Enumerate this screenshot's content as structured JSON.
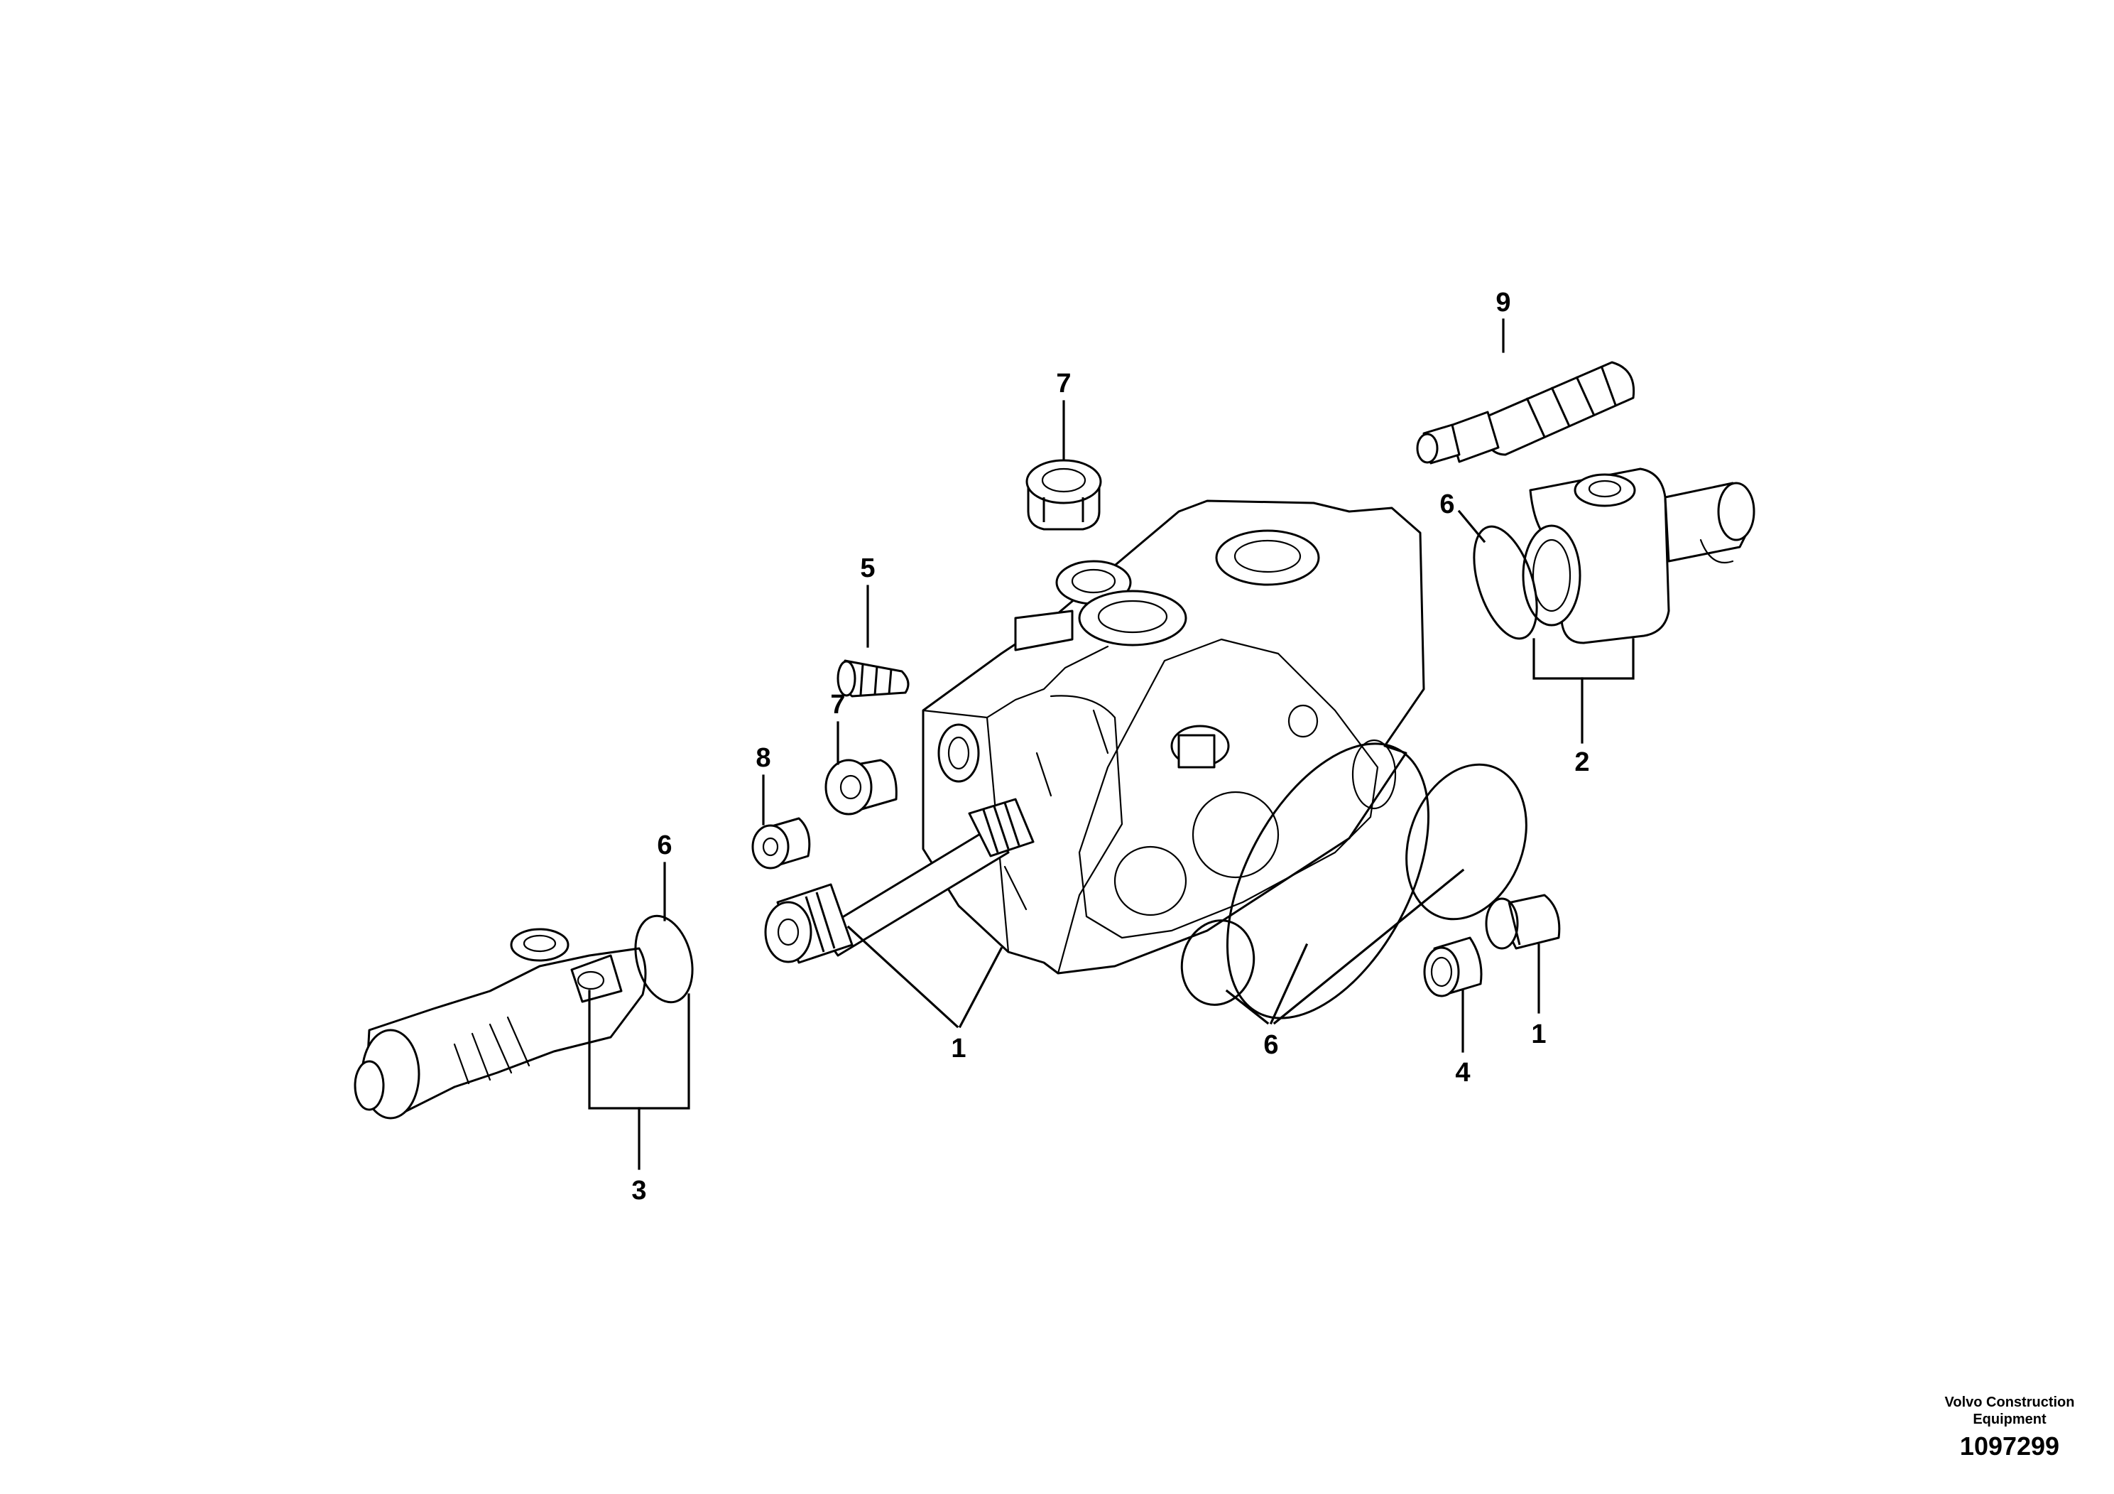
{
  "callouts": [
    {
      "id": "c9",
      "label": "9"
    },
    {
      "id": "c7a",
      "label": "7"
    },
    {
      "id": "c6a",
      "label": "6"
    },
    {
      "id": "c5",
      "label": "5"
    },
    {
      "id": "c7b",
      "label": "7"
    },
    {
      "id": "c8",
      "label": "8"
    },
    {
      "id": "c6b",
      "label": "6"
    },
    {
      "id": "c2",
      "label": "2"
    },
    {
      "id": "c1a",
      "label": "1"
    },
    {
      "id": "c6c",
      "label": "6"
    },
    {
      "id": "c4",
      "label": "4"
    },
    {
      "id": "c1b",
      "label": "1"
    },
    {
      "id": "c3",
      "label": "3"
    }
  ],
  "credit": {
    "company_line1": "Volvo Construction",
    "company_line2": "Equipment",
    "drawing_number": "1097299"
  }
}
